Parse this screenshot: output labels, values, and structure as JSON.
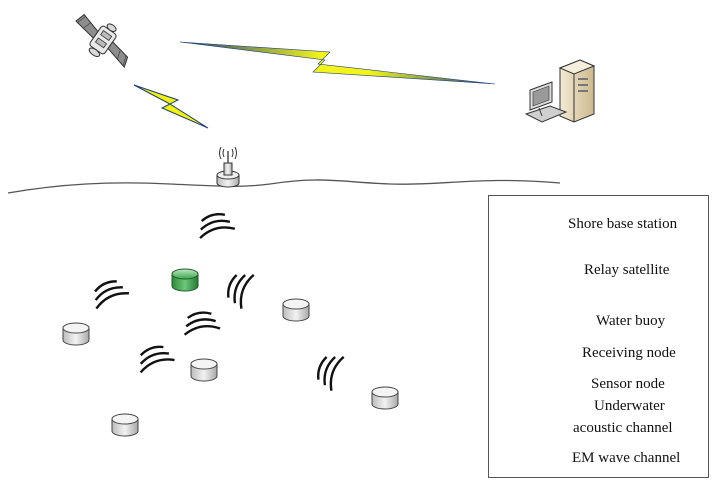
{
  "legend": {
    "shore_base_station": "Shore base station",
    "relay_satellite": "Relay satellite",
    "water_buoy": "Water buoy",
    "receiving_node": "Receiving node",
    "sensor_node": "Sensor node",
    "underwater_acoustic_channel_line1": "Underwater",
    "underwater_acoustic_channel_line2": "acoustic channel",
    "em_wave_channel": "EM wave channel"
  },
  "colors": {
    "receiving_node": "#3aa64a",
    "sensor_node": "#dcdcdc",
    "lightning_fill": "#f2f20a",
    "lightning_edge": "#1c3f7a",
    "station_body": "#e9dcc0"
  },
  "icons": [
    "satellite-icon",
    "computer-icon",
    "buoy-icon",
    "receiving-node-icon",
    "sensor-node-icon",
    "acoustic-wave-icon",
    "lightning-icon"
  ]
}
